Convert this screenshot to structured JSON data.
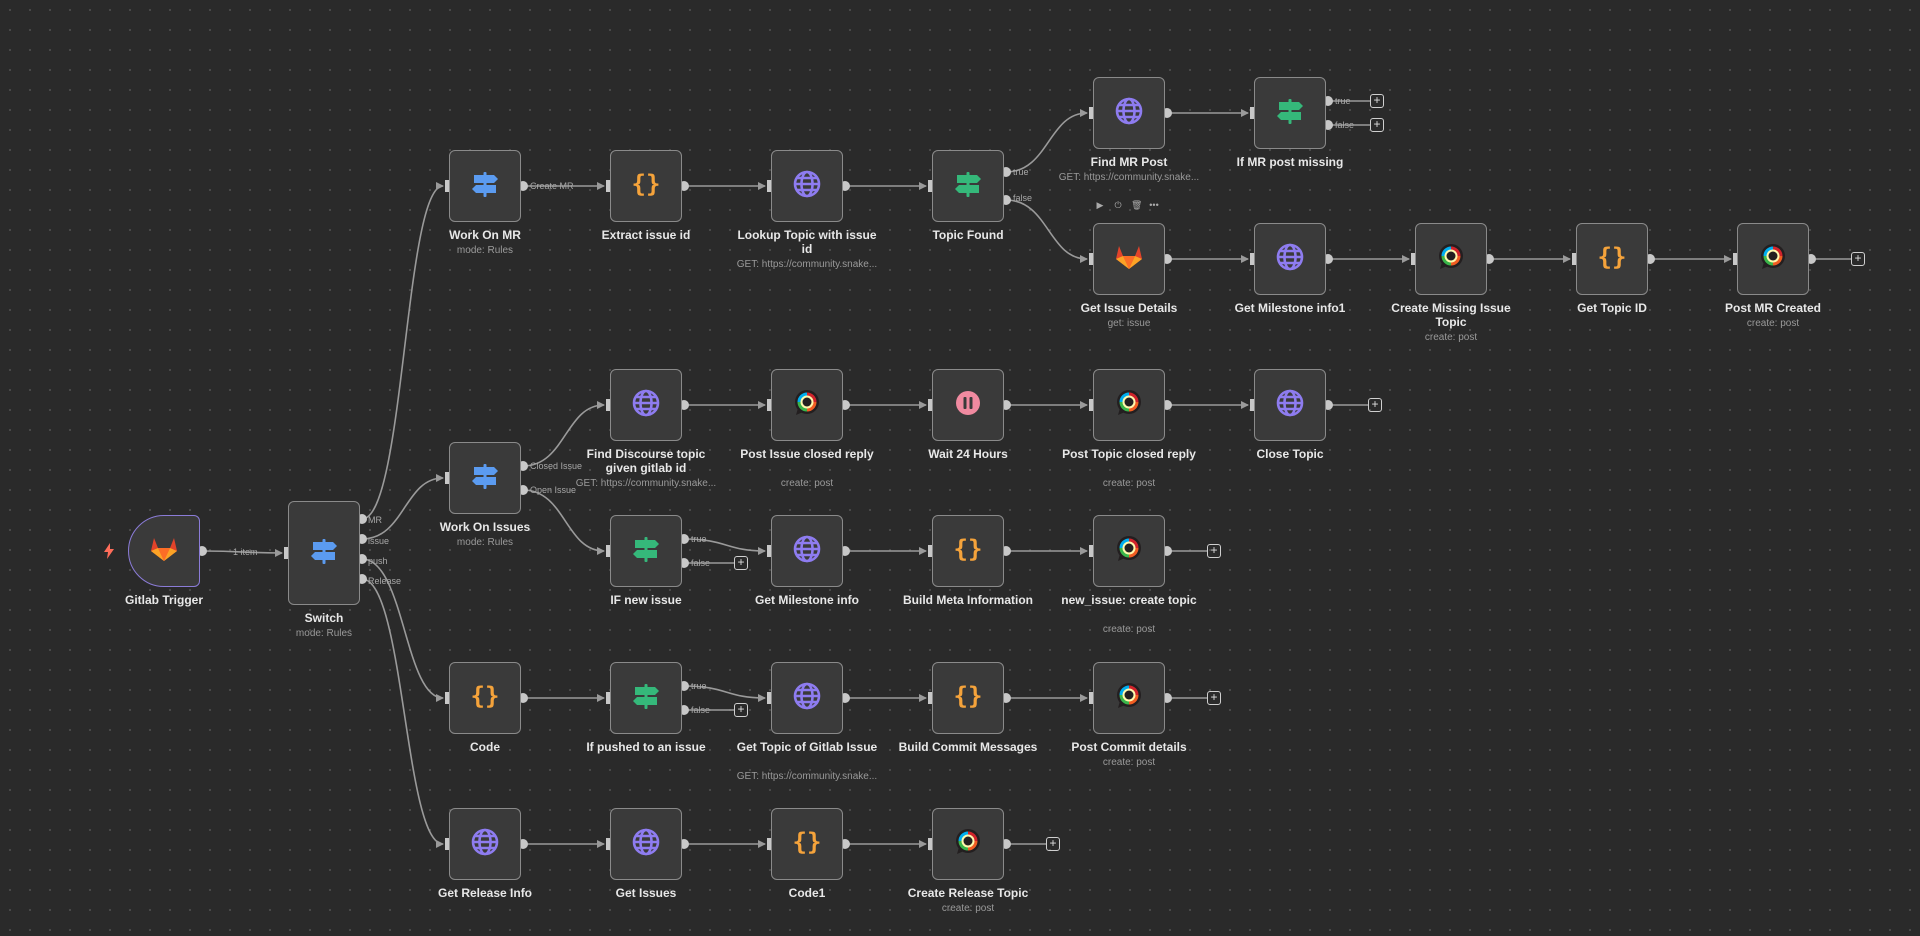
{
  "colors": {
    "canvas": "#2a2a2a",
    "node_bg": "#3a3a3a",
    "node_border": "#8a8a8a",
    "edge": "#9a9a9a",
    "code_orange": "#f5a33b",
    "globe_purple": "#8e7cf0",
    "switch_blue": "#5b9bf0",
    "if_green": "#35b87a",
    "wait_pink": "#f08aa0",
    "gitlab_orange": "#e2432a",
    "trigger_border": "#8b7cd8"
  },
  "nodes": {
    "gitlab_trigger": {
      "title": "Gitlab Trigger",
      "icon": "gitlab-icon"
    },
    "switch": {
      "title": "Switch",
      "sub": "mode: Rules",
      "icon": "switch-icon"
    },
    "work_on_mr": {
      "title": "Work On MR",
      "sub": "mode: Rules",
      "icon": "switch-icon"
    },
    "extract_issue_id": {
      "title": "Extract issue id",
      "icon": "code-icon"
    },
    "lookup_topic": {
      "title": "Lookup Topic with issue id",
      "sub": "GET: https://community.snake...",
      "icon": "globe-icon"
    },
    "topic_found": {
      "title": "Topic Found",
      "icon": "if-icon"
    },
    "find_mr_post": {
      "title": "Find MR Post",
      "sub": "GET: https://community.snake...",
      "icon": "globe-icon"
    },
    "if_mr_post_missing": {
      "title": "If MR post missing",
      "icon": "if-icon"
    },
    "get_issue_details": {
      "title": "Get Issue Details",
      "sub": "get: issue",
      "icon": "gitlab-icon"
    },
    "get_milestone_info1": {
      "title": "Get Milestone info1",
      "icon": "globe-icon"
    },
    "create_missing_issue_topic": {
      "title": "Create Missing Issue Topic",
      "sub": "create: post",
      "icon": "discourse-icon"
    },
    "get_topic_id": {
      "title": "Get Topic ID",
      "icon": "code-icon"
    },
    "post_mr_created": {
      "title": "Post MR Created",
      "sub": "create: post",
      "icon": "discourse-icon"
    },
    "work_on_issues": {
      "title": "Work On Issues",
      "sub": "mode: Rules",
      "icon": "switch-icon"
    },
    "find_discourse_topic": {
      "title": "Find Discourse topic given gitlab id",
      "sub": "GET: https://community.snake...",
      "icon": "globe-icon"
    },
    "post_issue_closed_reply": {
      "title": "Post Issue closed reply",
      "sub": "create: post",
      "icon": "discourse-icon"
    },
    "wait_24_hours": {
      "title": "Wait 24 Hours",
      "icon": "pause-icon"
    },
    "post_topic_closed_reply": {
      "title": "Post Topic closed reply",
      "sub": "create: post",
      "icon": "discourse-icon"
    },
    "close_topic": {
      "title": "Close Topic",
      "icon": "globe-icon"
    },
    "if_new_issue": {
      "title": "IF new issue",
      "icon": "if-icon"
    },
    "get_milestone_info": {
      "title": "Get Milestone info",
      "icon": "globe-icon"
    },
    "build_meta_information": {
      "title": "Build Meta Information",
      "icon": "code-icon"
    },
    "new_issue_create_topic": {
      "title": "new_issue: create topic",
      "sub": "create: post",
      "icon": "discourse-icon"
    },
    "code": {
      "title": "Code",
      "icon": "code-icon"
    },
    "if_pushed_to_issue": {
      "title": "If pushed to an issue",
      "icon": "if-icon"
    },
    "get_topic_of_gitlab_issue": {
      "title": "Get Topic of Gitlab Issue",
      "sub": "GET: https://community.snake...",
      "icon": "globe-icon"
    },
    "build_commit_messages": {
      "title": "Build Commit Messages",
      "icon": "code-icon"
    },
    "post_commit_details": {
      "title": "Post Commit details",
      "sub": "create: post",
      "icon": "discourse-icon"
    },
    "get_release_info": {
      "title": "Get Release Info",
      "icon": "globe-icon"
    },
    "get_issues": {
      "title": "Get Issues",
      "icon": "globe-icon"
    },
    "code1": {
      "title": "Code1",
      "icon": "code-icon"
    },
    "create_release_topic": {
      "title": "Create Release Topic",
      "sub": "create: post",
      "icon": "discourse-icon"
    }
  },
  "labels": {
    "one_item": "1 item",
    "switch_out": [
      "MR",
      "issue",
      "push",
      "Release"
    ],
    "create_mr": "Create MR",
    "closed_issue": "Closed Issue",
    "open_issue": "Open Issue",
    "true": "true",
    "false": "false"
  },
  "toolbar": {
    "play": "▶",
    "power": "⏻",
    "trash": "🗑",
    "more": "•••"
  },
  "plus": "+"
}
